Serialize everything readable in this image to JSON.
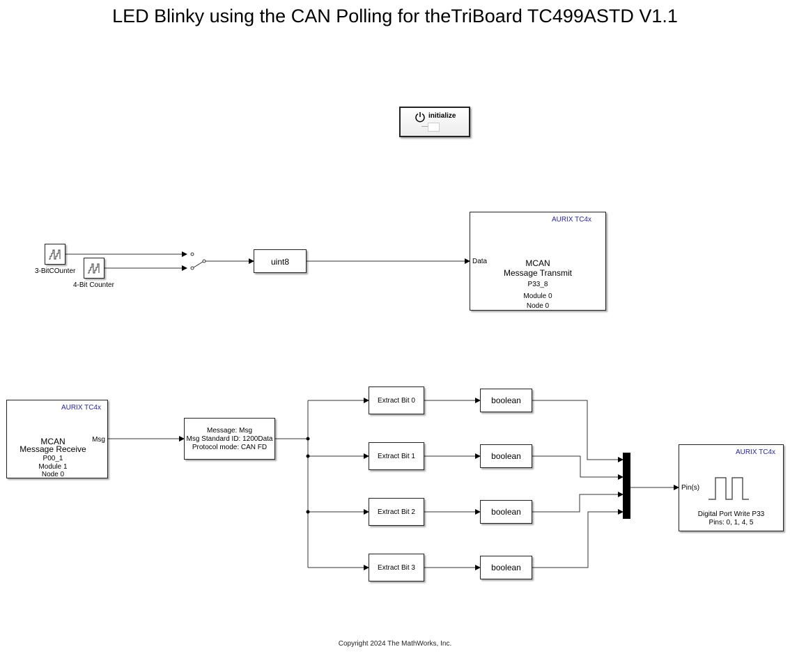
{
  "title": "LED Blinky using the CAN Polling for theTriBoard TC499ASTD V1.1",
  "copyright": "Copyright 2024 The MathWorks, Inc.",
  "initialize": {
    "label": "initialize",
    "icon": "power-icon"
  },
  "counters": [
    {
      "label": "3-BitCOunter",
      "icon": "counter-staircase-icon"
    },
    {
      "label": "4-Bit Counter",
      "icon": "counter-staircase-icon"
    }
  ],
  "switch": {
    "icon": "manual-switch-icon"
  },
  "cast_uint8": {
    "label": "uint8"
  },
  "transmit": {
    "brand": "AURIX TC4x",
    "input_port": "Data",
    "line1": "MCAN",
    "line2": "Message Transmit",
    "pin": "P33_8",
    "module": "Module 0",
    "node": "Node 0"
  },
  "receive": {
    "brand": "AURIX TC4x",
    "output_port": "Msg",
    "line1": "MCAN",
    "line2": "Message Receive",
    "pin": "P00_1",
    "module": "Module 1",
    "node": "Node 0"
  },
  "unpack": {
    "line1": "Message: Msg",
    "line2": "Msg Standard ID: 1200Data",
    "line3": "Protocol mode: CAN FD"
  },
  "extract_bits": [
    {
      "label": "Extract Bit 0"
    },
    {
      "label": "Extract Bit 1"
    },
    {
      "label": "Extract Bit 2"
    },
    {
      "label": "Extract Bit 3"
    }
  ],
  "booleans": [
    {
      "label": "boolean"
    },
    {
      "label": "boolean"
    },
    {
      "label": "boolean"
    },
    {
      "label": "boolean"
    }
  ],
  "mux": {
    "inputs": 4
  },
  "port_write": {
    "brand": "AURIX TC4x",
    "input_port": "Pin(s)",
    "line1": "Digital Port Write  P33",
    "line2": "Pins: 0, 1, 4, 5",
    "icon": "pulse-wave-icon"
  }
}
